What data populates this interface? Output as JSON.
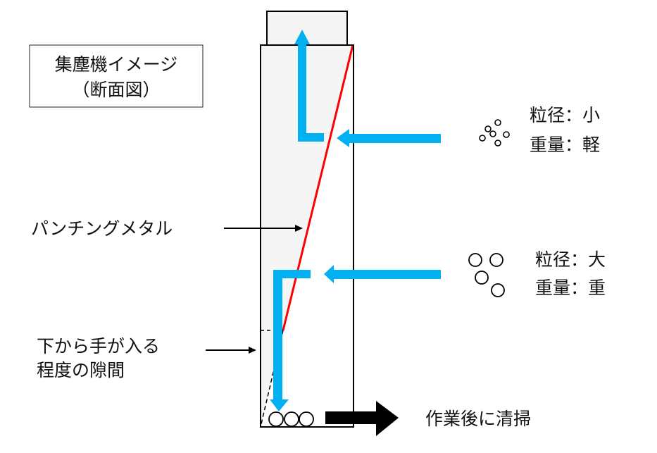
{
  "title_box": {
    "line1": "集塵機イメージ",
    "line2": "（断面図）"
  },
  "labels": {
    "punching_metal": "パンチングメタル",
    "gap_line1": "下から手が入る",
    "gap_line2": "程度の隙間",
    "cleaning": "作業後に清掃"
  },
  "small_particles": {
    "size": "粒径：小",
    "weight": "重量：軽"
  },
  "large_particles": {
    "size": "粒径：大",
    "weight": "重量：重"
  },
  "colors": {
    "flow": "#00b0f0",
    "metal": "#ff0000",
    "fill": "#f5f5f5"
  }
}
